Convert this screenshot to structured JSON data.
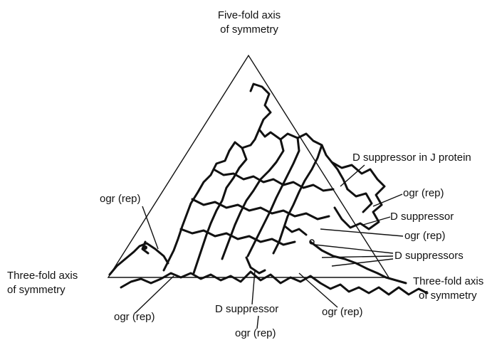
{
  "labels": {
    "five_fold_line1": "Five-fold axis",
    "five_fold_line2": "of symmetry",
    "three_fold_left_line1": "Three-fold axis",
    "three_fold_left_line2": "of symmetry",
    "three_fold_right_line1": "Three-fold axis",
    "three_fold_right_line2": "of symmetry",
    "d_suppressor_j_protein": "D suppressor in J protein",
    "ogr_rep_upper_right": "ogr (rep)",
    "d_suppressor_right": "D suppressor",
    "ogr_rep_right": "ogr (rep)",
    "d_suppressors": "D suppressors",
    "ogr_rep_left": "ogr (rep)",
    "ogr_rep_bottom_left": "ogr (rep)",
    "d_suppressor_bottom": "D suppressor",
    "ogr_rep_bottom_center": "ogr (rep)",
    "ogr_rep_bottom_right": "ogr (rep)"
  },
  "colors": {
    "ink": "#111111",
    "background": "#ffffff"
  }
}
